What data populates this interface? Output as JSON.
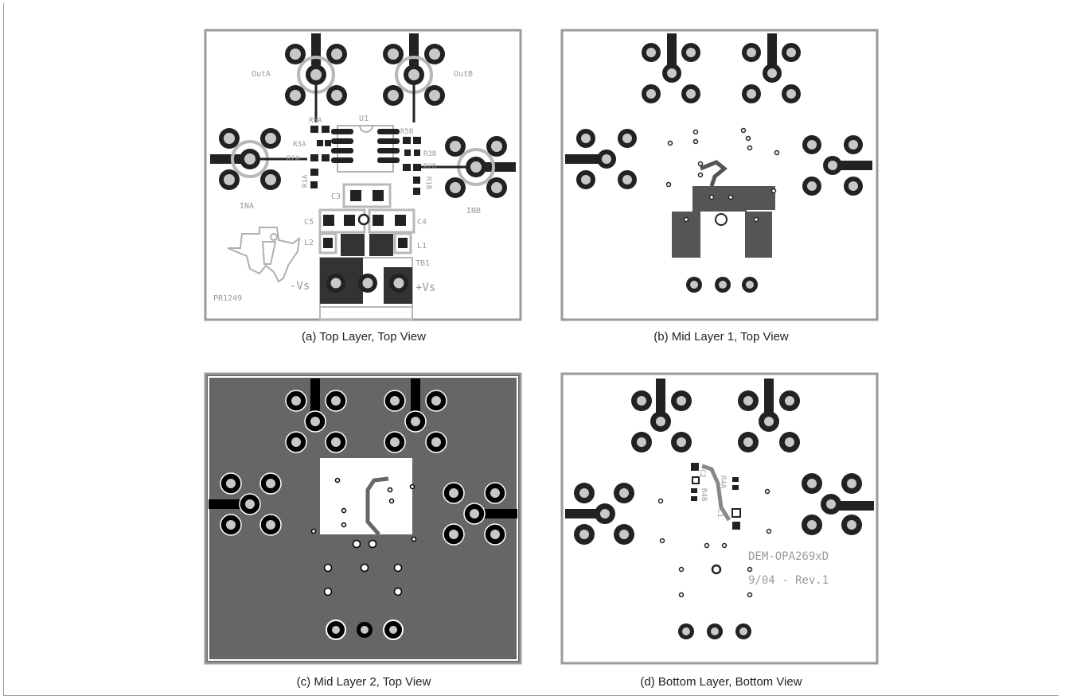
{
  "captions": {
    "a": "(a) Top Layer, Top View",
    "b": "(b) Mid Layer 1, Top View",
    "c": "(c) Mid Layer 2, Top View",
    "d": "(d) Bottom Layer, Bottom View"
  },
  "top_layer": {
    "out_a": "OutA",
    "out_b": "OutB",
    "in_a": "INA",
    "in_b": "INB",
    "u1": "U1",
    "r5a": "R5A",
    "r5b": "R5B",
    "r3a": "R3A",
    "r3b": "R3B",
    "r2a": "R2A",
    "r2b": "R2B",
    "r1a": "R1A",
    "r1b": "R1B",
    "c3": "C3",
    "c4": "C4",
    "c5": "C5",
    "l1": "L1",
    "l2": "L2",
    "tb1": "TB1",
    "neg_vs": "-Vs",
    "pos_vs": "+Vs",
    "board_id": "PR1249"
  },
  "bottom_layer": {
    "c2": "C2",
    "c1": "C1",
    "r4a": "R4A",
    "r4b": "R4B",
    "title": "DEM-OPA269xD",
    "revision": "9/04 - Rev.1"
  },
  "colors": {
    "copper_dark": "#222222",
    "board_outline": "#9a9a9a",
    "plane_gray": "#666666",
    "pad_fill": "#c8c8c8"
  }
}
